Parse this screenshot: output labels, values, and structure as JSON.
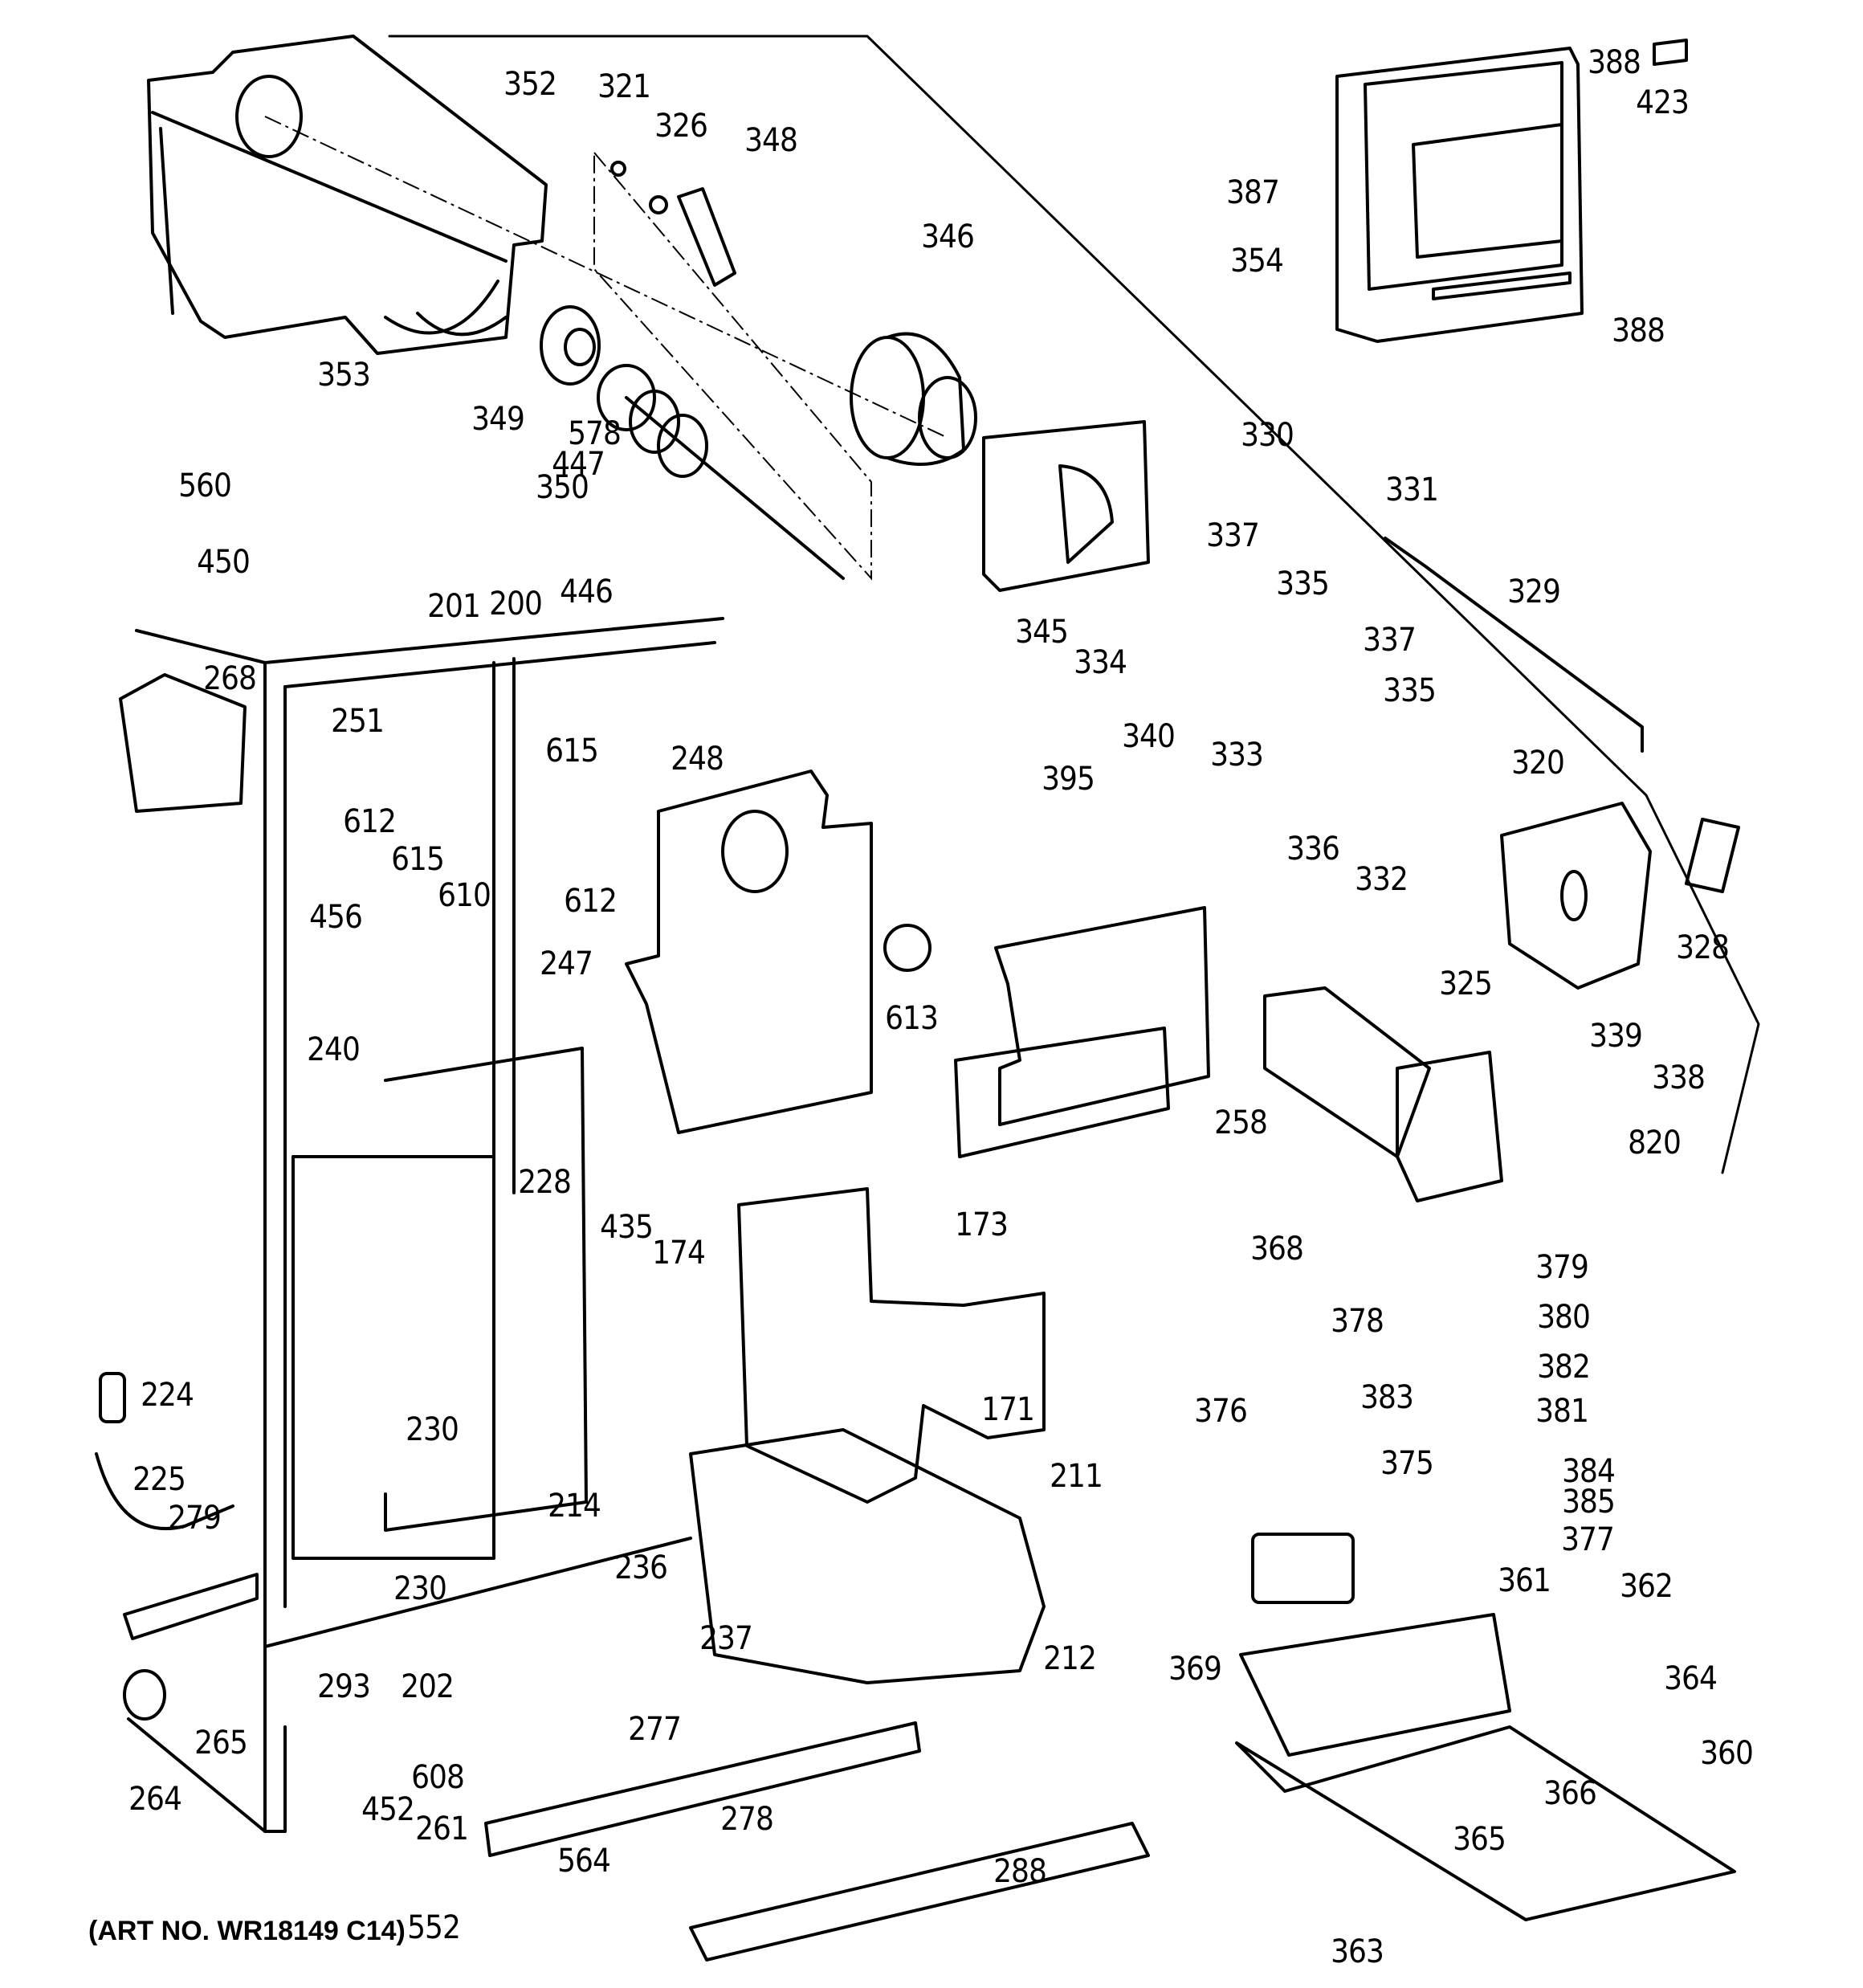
{
  "diagram": {
    "type": "exploded-parts-diagram",
    "subject": "Refrigerator freezer section with ice maker and dispenser",
    "art_number": "(ART NO. WR18149 C14)",
    "part_labels": [
      "352",
      "321",
      "326",
      "348",
      "346",
      "388",
      "423",
      "387",
      "354",
      "388",
      "353",
      "349",
      "350",
      "578",
      "447",
      "560",
      "450",
      "446",
      "330",
      "331",
      "337",
      "335",
      "329",
      "345",
      "334",
      "340",
      "333",
      "337",
      "335",
      "320",
      "336",
      "332",
      "201",
      "200",
      "268",
      "251",
      "612",
      "615",
      "615",
      "610",
      "248",
      "612",
      "395",
      "456",
      "247",
      "613",
      "328",
      "325",
      "339",
      "338",
      "258",
      "820",
      "240",
      "228",
      "435",
      "368",
      "174",
      "173",
      "378",
      "379",
      "380",
      "382",
      "171",
      "383",
      "376",
      "375",
      "381",
      "384",
      "385",
      "224",
      "230",
      "225",
      "214",
      "211",
      "377",
      "361",
      "362",
      "236",
      "279",
      "230",
      "237",
      "212",
      "369",
      "202",
      "293",
      "265",
      "364",
      "360",
      "277",
      "264",
      "608",
      "278",
      "452",
      "261",
      "366",
      "564",
      "365",
      "288",
      "552",
      "363"
    ]
  }
}
